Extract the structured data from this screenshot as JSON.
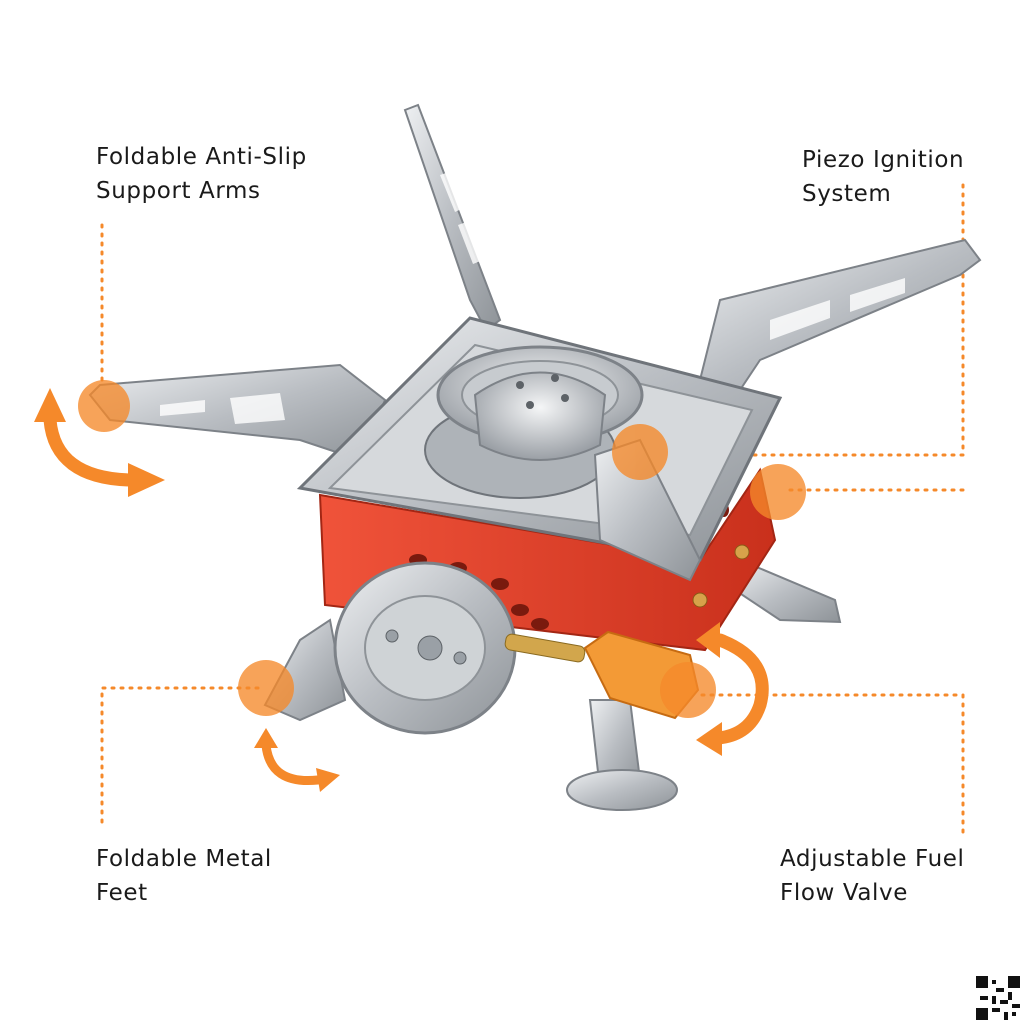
{
  "callouts": {
    "arms": {
      "line1": "Foldable Anti-Slip",
      "line2": "Support Arms"
    },
    "piezo": {
      "line1": "Piezo Ignition",
      "line2": "System"
    },
    "feet": {
      "line1": "Foldable Metal",
      "line2": "Feet"
    },
    "valve": {
      "line1": "Adjustable Fuel",
      "line2": "Flow Valve"
    }
  },
  "colors": {
    "accent": "#f5892a",
    "stove_body": "#e8432a",
    "steel": "#c9ccd0",
    "valve_knob": "#f39a36"
  },
  "icons": [
    "rotate-arrow-icon",
    "qr-code-icon"
  ]
}
